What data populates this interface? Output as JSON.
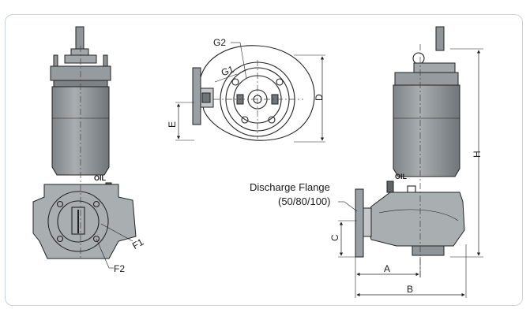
{
  "labels": {
    "g2": "G2",
    "g1": "G1",
    "d": "D",
    "e": "E",
    "h": "H",
    "c": "C",
    "a": "A",
    "b": "B",
    "f1": "F1",
    "f2": "F2",
    "discharge_flange_line1": "Discharge Flange",
    "discharge_flange_line2": "(50/80/100)",
    "oil_left": "OIL",
    "oil_right": "OIL"
  },
  "colors": {
    "body_fill": "#9aa0a4",
    "body_dark": "#6e7478",
    "line": "#222222",
    "frame_border": "#c9d3de"
  }
}
